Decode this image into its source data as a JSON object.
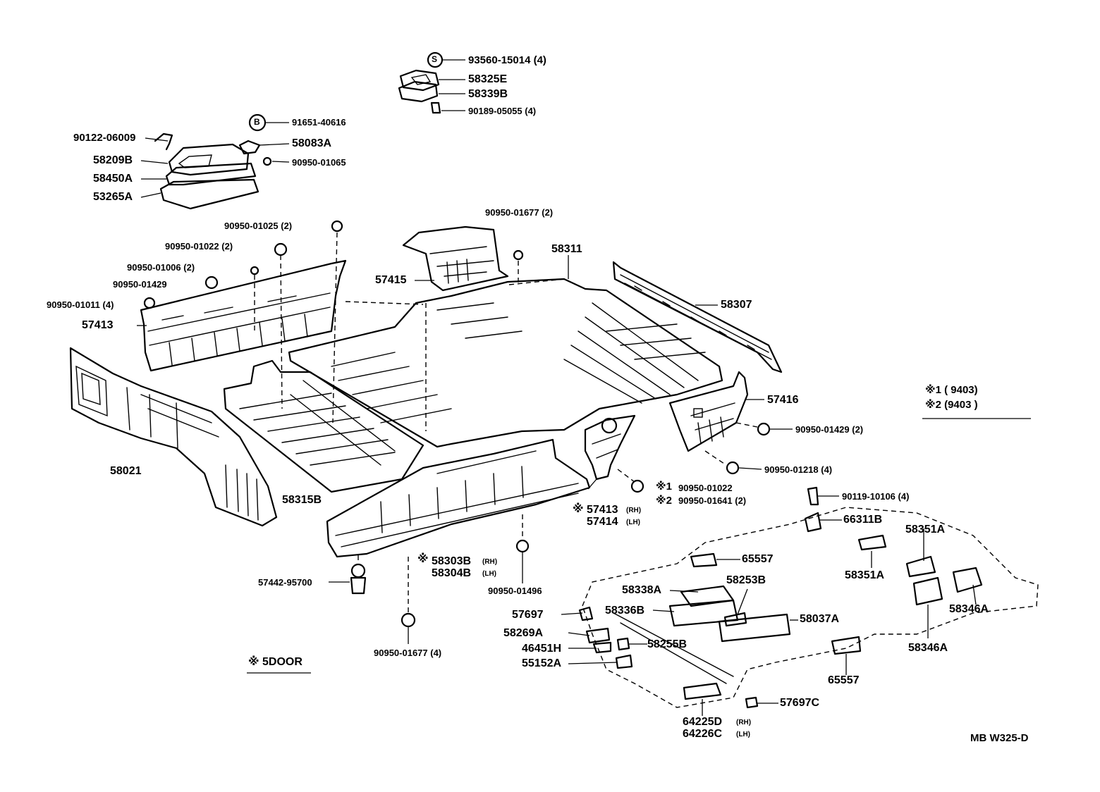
{
  "labels": {
    "93560_15014": "93560-15014 (4)",
    "58325E": "58325E",
    "58339B": "58339B",
    "90189_05055": "90189-05055 (4)",
    "91651_40616": "91651-40616",
    "90122_06009": "90122-06009",
    "58083A": "58083A",
    "58209B": "58209B",
    "90950_01065": "90950-01065",
    "58450A": "58450A",
    "53265A": "53265A",
    "90950_01677_2": "90950-01677 (2)",
    "90950_01025": "90950-01025 (2)",
    "90950_01022_2": "90950-01022 (2)",
    "58311": "58311",
    "90950_01006": "90950-01006 (2)",
    "90950_01429_a": "90950-01429",
    "57415": "57415",
    "58307": "58307",
    "90950_01011": "90950-01011 (4)",
    "57413": "57413",
    "57416": "57416",
    "90950_01429_b": "90950-01429 (2)",
    "58021": "58021",
    "90950_01218": "90950-01218 (4)",
    "90950_01022_r": "90950-01022",
    "90950_01641": "90950-01641 (2)",
    "58315B": "58315B",
    "57413_rh": "57413",
    "57414_lh": "57414",
    "90119_10106": "90119-10106 (4)",
    "66311B": "66311B",
    "58351A_top": "58351A",
    "58303B": "58303B",
    "58304B": "58304B",
    "65557_top": "65557",
    "58351A_mid": "58351A",
    "57442_95700": "57442-95700",
    "90950_01496": "90950-01496",
    "58338A": "58338A",
    "58253B": "58253B",
    "58336B": "58336B",
    "58346A_r": "58346A",
    "57697": "57697",
    "58037A": "58037A",
    "58269A": "58269A",
    "58346A_b": "58346A",
    "58255B": "58255B",
    "46451H": "46451H",
    "55152A": "55152A",
    "90950_01677_4": "90950-01677 (4)",
    "65557_bot": "65557",
    "57697C": "57697C",
    "64225D": "64225D",
    "64226C": "64226C",
    "rh": "(RH)",
    "lh": "(LH)",
    "mark_s": "S",
    "mark_b": "B",
    "note_5door": "※ 5DOOR",
    "legend_1": "※1 (            9403)",
    "legend_2": "※2 (9403            )",
    "mark_1": "※1",
    "mark_2": "※2",
    "mark_star": "※",
    "footer_code": "MB  W325-D"
  }
}
